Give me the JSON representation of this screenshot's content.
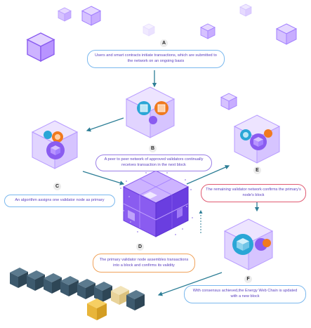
{
  "steps": [
    {
      "letter": "A",
      "text": "Users and smart contracts initiate transactions, which are submitted to the network on an ongoing basis",
      "border_color": "#7ab8ee"
    },
    {
      "letter": "B",
      "text": "A peer to peer network of approved validators continually receives transaction in the next block",
      "border_color": "#9b7fe6"
    },
    {
      "letter": "C",
      "text": "An algorithm assigns one validator node as primary",
      "border_color": "#7ab8ee"
    },
    {
      "letter": "D",
      "text": "The primary validator node assembles transactions into a block and confirms its validity",
      "border_color": "#f0a25a"
    },
    {
      "letter": "E",
      "text": "The remaining validator network confirms the primary's node's block",
      "border_color": "#e05a72"
    },
    {
      "letter": "F",
      "text": "With consensus achieved,the Energy Web Chain is updated with a new block",
      "border_color": "#7ab8ee"
    }
  ],
  "colors": {
    "purple": "#8a5cf0",
    "teal": "#2d7e96",
    "orange": "#f07a1e",
    "blue": "#2aa6d6",
    "chain_dark": "#3d5a6e",
    "chain_gold": "#e8b53a"
  }
}
